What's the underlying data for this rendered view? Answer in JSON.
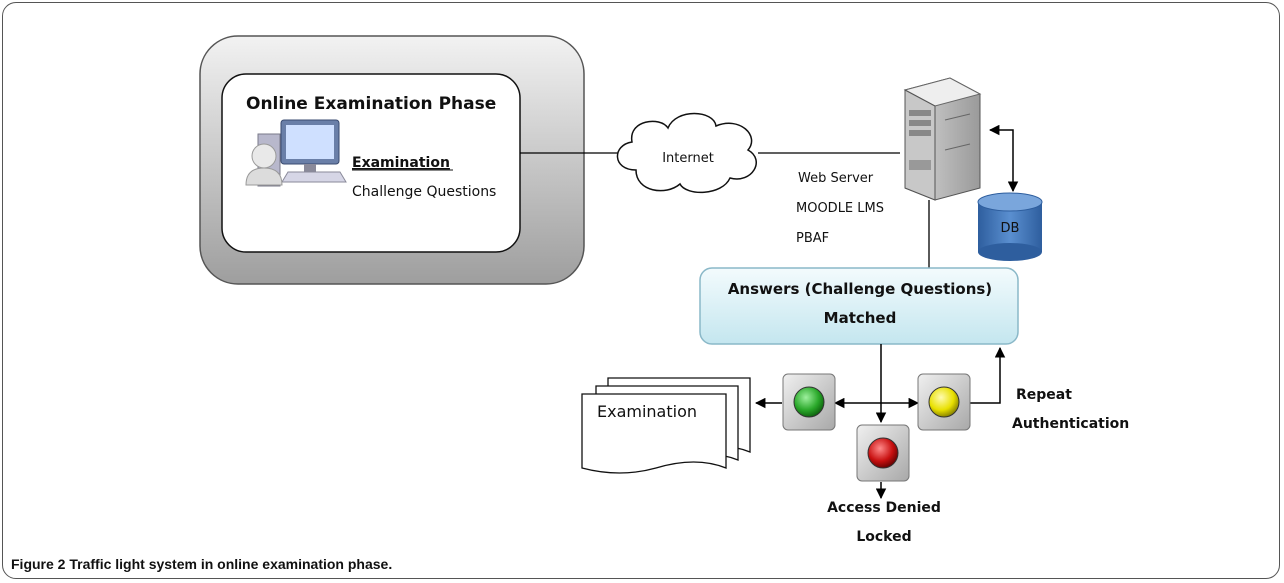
{
  "phase_box": {
    "title": "Online Examination Phase",
    "link": "Examination",
    "subtitle": "Challenge Questions"
  },
  "cloud": {
    "label": "Internet"
  },
  "server": {
    "lines": [
      "Web Server",
      "MOODLE LMS",
      "PBAF"
    ]
  },
  "db": {
    "label": "DB"
  },
  "answers_box": {
    "line1": "Answers (Challenge Questions)",
    "line2": "Matched"
  },
  "document": {
    "label": "Examination"
  },
  "repeat": {
    "line1": "Repeat",
    "line2": "Authentication"
  },
  "denied": {
    "line1": "Access Denied",
    "line2": "Locked"
  },
  "caption": {
    "label": "Figure 2",
    "text": "Traffic light system in online examination phase."
  },
  "colors": {
    "green_light": "#2aa82a",
    "yellow_light": "#e8e000",
    "red_light": "#c81010",
    "answers_fill": "#dff2f7",
    "db_fill": "#3f73b8"
  }
}
